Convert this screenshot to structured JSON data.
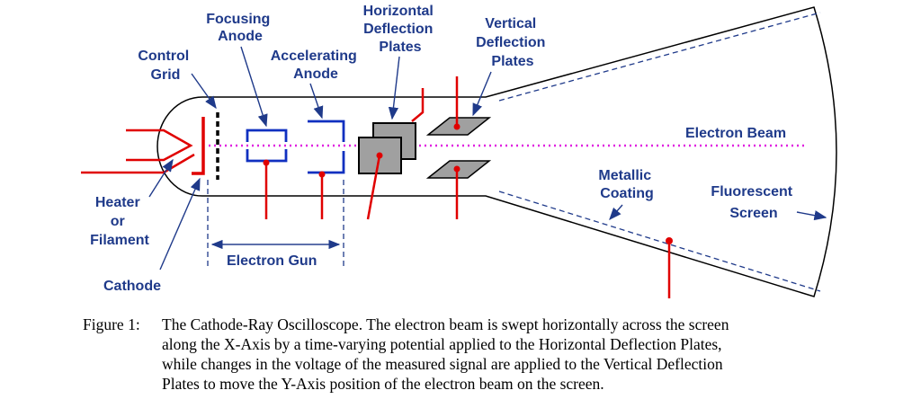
{
  "labels": {
    "focusing_anode": [
      "Focusing",
      "Anode"
    ],
    "control_grid": [
      "Control",
      "Grid"
    ],
    "accelerating_anode": [
      "Accelerating",
      "Anode"
    ],
    "horizontal_plates": [
      "Horizontal",
      "Deflection",
      "Plates"
    ],
    "vertical_plates": [
      "Vertical",
      "Deflection",
      "Plates"
    ],
    "electron_beam": "Electron Beam",
    "metallic_coating": [
      "Metallic",
      "Coating"
    ],
    "fluorescent_screen": [
      "Fluorescent",
      "Screen"
    ],
    "heater": [
      "Heater",
      "or",
      "Filament"
    ],
    "cathode": "Cathode",
    "electron_gun": "Electron Gun"
  },
  "caption": {
    "label": "Figure 1:",
    "lines": [
      "The Cathode-Ray Oscilloscope.  The electron beam is swept horizontally across the screen",
      "along the X-Axis by a time-varying potential applied to the Horizontal Deflection Plates,",
      "while changes in the voltage of the measured signal are applied to the Vertical Deflection",
      "Plates to move the Y-Axis position of the electron beam on the screen."
    ]
  },
  "colors": {
    "label": "#1f3a8a",
    "electrode": "#e00000",
    "anode": "#1030c0",
    "beam": "#e020e0",
    "coating": "#1f3a8a",
    "plate": "#a0a0a0"
  }
}
